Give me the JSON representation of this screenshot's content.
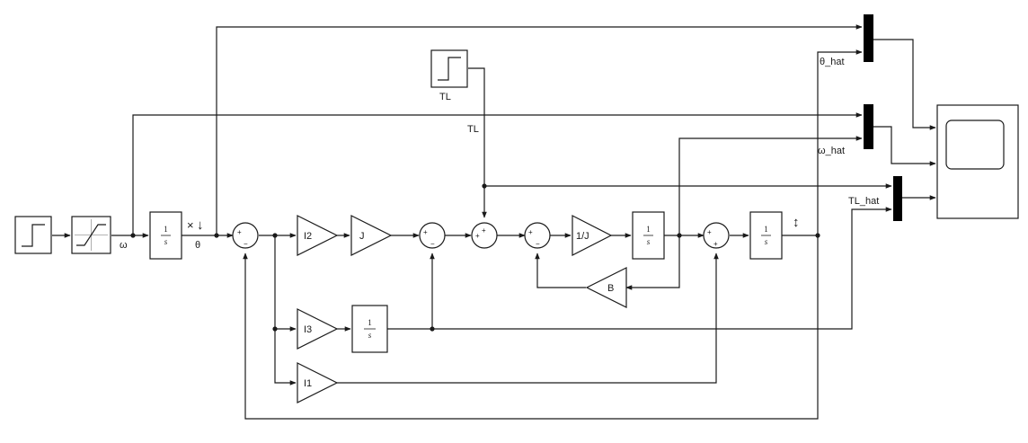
{
  "signals": {
    "omega": "ω",
    "theta": "θ",
    "theta_hat": "θ_hat",
    "omega_hat": "ω_hat",
    "tl_hat": "TL_hat",
    "tl": "TL"
  },
  "blocks": {
    "load_step_label": "TL",
    "gain_i2": "I2",
    "gain_i3": "I3",
    "gain_i1": "I1",
    "gain_j": "J",
    "gain_inv_j": "1/J",
    "gain_b": "B",
    "integrator_num": "1",
    "integrator_den": "s"
  },
  "sum_signs": {
    "plus": "+",
    "minus": "−"
  },
  "icons": {
    "probe_x": "×",
    "probe_arrow": "↓",
    "probe_updown": "↕"
  }
}
